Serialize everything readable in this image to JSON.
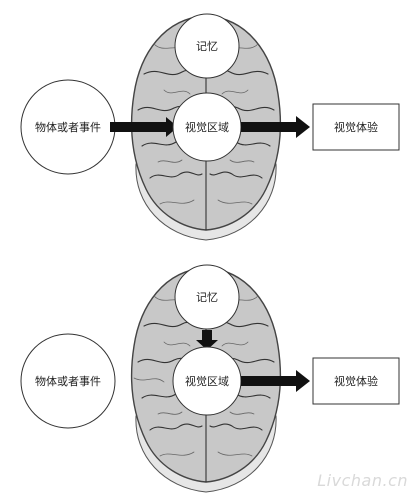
{
  "watermark": "Livchan.cn",
  "diagrams": [
    {
      "object_label": "物体或者事件",
      "memory_label": "记忆",
      "visual_label": "视觉区域",
      "experience_label": "视觉体验"
    },
    {
      "object_label": "物体或者事件",
      "memory_label": "记忆",
      "visual_label": "视觉区域",
      "experience_label": "视觉体验"
    }
  ]
}
